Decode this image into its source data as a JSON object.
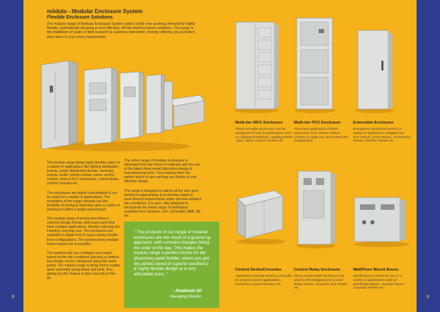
{
  "page": {
    "left_number": "8",
    "right_number": "9"
  },
  "header": {
    "title": "mōdulo - Modular Enclosure System",
    "subtitle": "Flexible Enclosure Solutions",
    "intro": "The modulo range of Modular Enclosure System caters to the ever growing demand for highly flexible, aesthetically pleasing & cost effective, off-the-shelf enclosure solutions. The range is the distillation of years of field research & customer interaction, thereby offering you a product that caters to your every requirement."
  },
  "body": {
    "col1": [
      "The modulo range being highly flexible caters to a variety of applications like lighting distribution boards, power distribution boards, metering boards, motor control centres, power control centres, drive & PLC enclosures, control desks, control consoles etc.",
      "The enclosures are highly customisable & can be setup for a variety of applications. The modularity of the range entrusts you the flexibility of mixing & matching vario us styles of enclosures within a single panel board.",
      "The modulo range of enclosures follow a common design thread, with many parts that have multiple applications, thereby reducing the inventory carrying cost. The enclosures are available in single front & space saving double front configurations. The system being modular future expans ion is possible.",
      "The systems lets you configure your panel based on the site conditions (top-bus or bottom-bus design can be configured using the same parts). The modulo range is desig ned to enable quick assembly using stand -ard tools, thus giving you the chance to plan your job on the go."
    ],
    "col2": [
      "The entire range of modular enclosures is fabricated from the finest of materials with the use of the latest sheet metal fabrication design & manufacturing tools. Thus making them the perfect blend of eye-catching aes thetics & cost-effective design.",
      "The range is designed to satisfy all the strin gent technical requirements & its thereby suited to meet diverse requirements under extreme ambient site conditions. It is spec -ially designed to incorporate the entire range of switchgear available from Siemens, L&T, Schneider, ABB, GE etc."
    ]
  },
  "quote": {
    "text": "\" The products in our range of modular enclosures are the result of a ground-up approach, with constant changes being the order of the day. This makes the modulo range a perfect choice for the discerning panel builder, where you get the perfect blend of superior aesthetics & highly flexible design at a very affordable price. \"",
    "author": "- Amalendu Sil",
    "role": "Managing Director"
  },
  "products": [
    {
      "title": "Multi-tier MCC Enclosure",
      "desc": "These versatile enclosures can be configured for use in applications such as Lighting Distribution, Lighting Distrib -ution, Motor Control Centres etc."
    },
    {
      "title": "Multi-tier PCC Enclosure",
      "desc": "The prime application of these enclosures is for Power Control Centres in single tier, two & three tier configuration."
    },
    {
      "title": "Extensible Enclosure",
      "desc": "Everygreen enclosures used in a variety of applications ranging from PLC Panels, Drive Panels, Transformer Panels, Rectifier Panels etc."
    },
    {
      "title": "Control Desks/Consoles",
      "desc": "Applications include Desks & Consoles for process control applications, machinery control consoles etc."
    },
    {
      "title": "Control Relay Enclosure",
      "desc": "These custom-built enclosures are used for the integration of Control Relay Panels, Annuncia -tion Panels etc."
    },
    {
      "title": "Wall/Floor Mount Boxes",
      "desc": "Welded boxes meant for use in a variety of applications such as Distribution Boxes, Junction Boxes, Capacitor Panels etc."
    }
  ]
}
